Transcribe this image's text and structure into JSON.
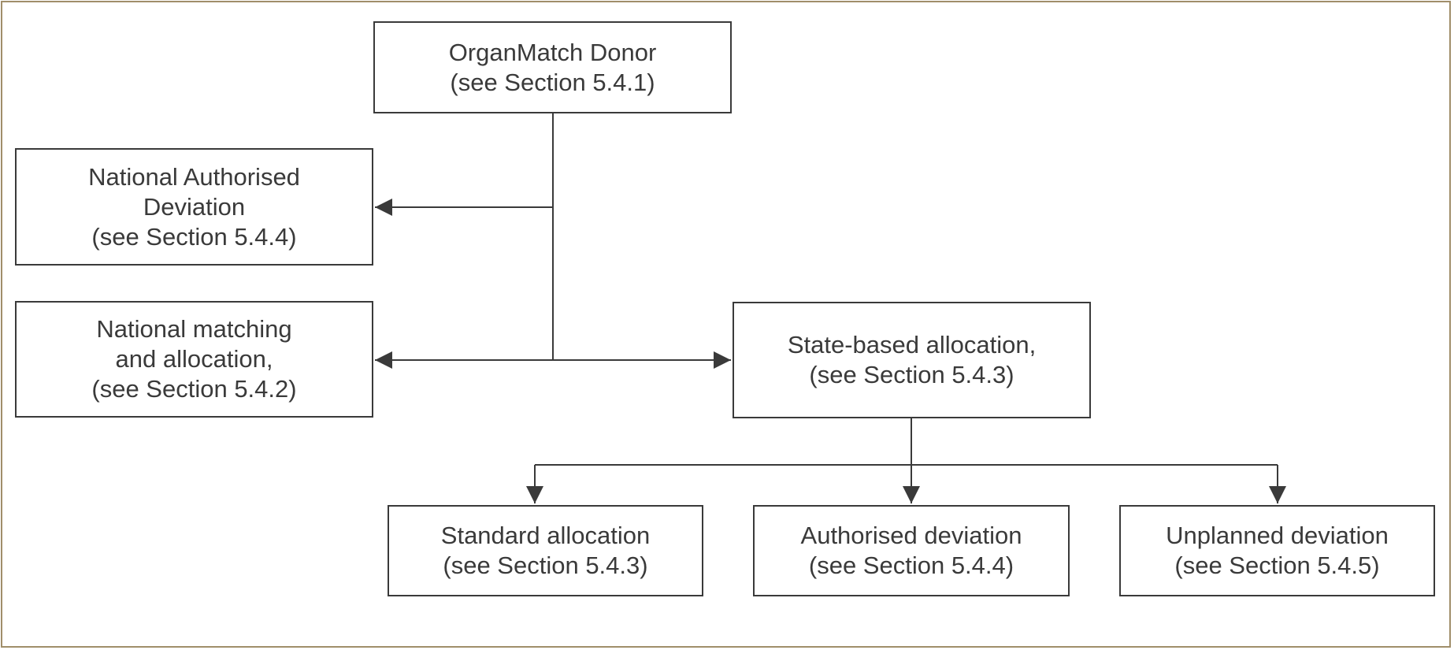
{
  "diagram": {
    "type": "flowchart",
    "nodes": {
      "donor": "OrganMatch Donor\n(see Section 5.4.1)",
      "national_authorised_deviation": "National Authorised\nDeviation\n(see Section 5.4.4)",
      "national_matching": "National matching\nand allocation,\n(see Section 5.4.2)",
      "state_based": "State-based allocation,\n(see Section 5.4.3)",
      "standard": "Standard allocation\n(see Section 5.4.3)",
      "authorised": "Authorised deviation\n(see Section 5.4.4)",
      "unplanned": "Unplanned deviation\n(see Section 5.4.5)"
    },
    "edges": [
      {
        "from": "donor",
        "to": "national_authorised_deviation"
      },
      {
        "from": "donor",
        "to": "national_matching"
      },
      {
        "from": "donor",
        "to": "state_based"
      },
      {
        "from": "state_based",
        "to": "standard"
      },
      {
        "from": "state_based",
        "to": "authorised"
      },
      {
        "from": "state_based",
        "to": "unplanned"
      }
    ],
    "colors": {
      "line": "#3a3a3a",
      "frame": "#a08e6a"
    }
  }
}
